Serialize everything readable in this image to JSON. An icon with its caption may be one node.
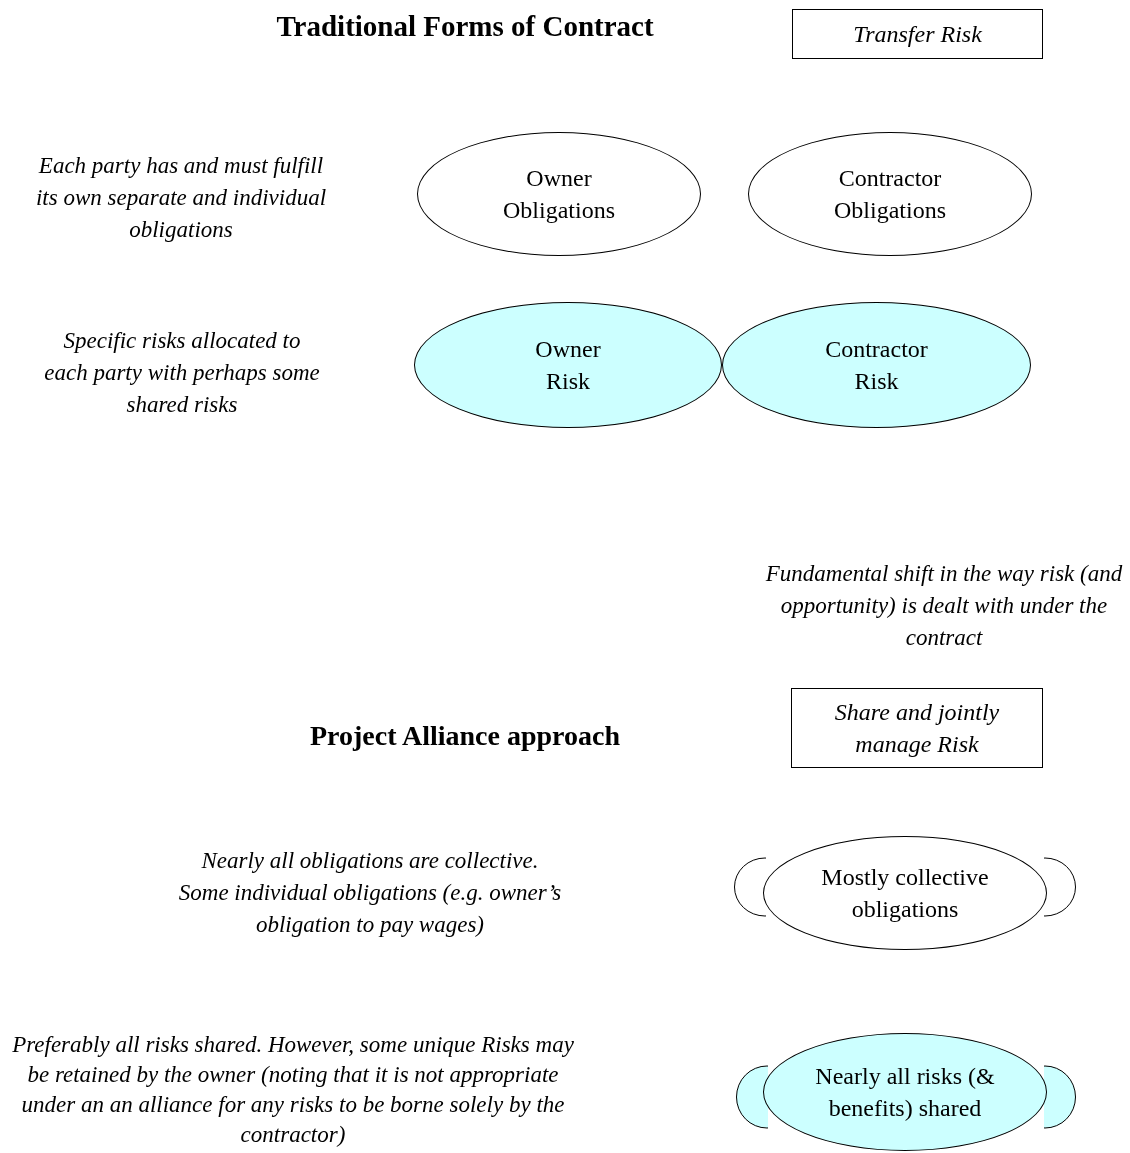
{
  "diagram": {
    "title": "Traditional Forms of Contract",
    "nodes": [
      {
        "text": [
          "Transfer Risk"
        ]
      },
      {
        "text": [
          "Owner Obligations"
        ]
      },
      {
        "text": [
          "Contractor Obligations"
        ]
      },
      {
        "text": [
          "Owner Risk"
        ]
      },
      {
        "text": [
          "Contractor Risk"
        ]
      },
      {
        "text": [
          "Share and jointly manage Risk"
        ]
      },
      {
        "text": [],
        "shape": "circle"
      },
      {
        "text": [],
        "shape": "circle"
      },
      {
        "text": [
          "Mostly collective obligations"
        ]
      },
      {
        "text": [],
        "shape": "circle"
      },
      {
        "text": [],
        "shape": "circle"
      },
      {
        "text": [
          "Nearly all risks (& benefits) shared"
        ]
      }
    ],
    "labels": [
      "Each party has and must fulfill its own separate and individual obligations",
      "Specific risks allocated to each party with perhaps some shared risks",
      "Fundamental shift in the way risk (and opportunity) is dealt with under the contract",
      "Project Alliance approach",
      "Nearly all obligations are collective. Some individual obligations (e.g. owner’s obligation to pay wages)",
      "Preferably all risks shared.  However, some unique Risks may be retained by the owner (noting that it is not appropriate under an an alliance for any risks to be borne solely by the contractor)"
    ]
  }
}
